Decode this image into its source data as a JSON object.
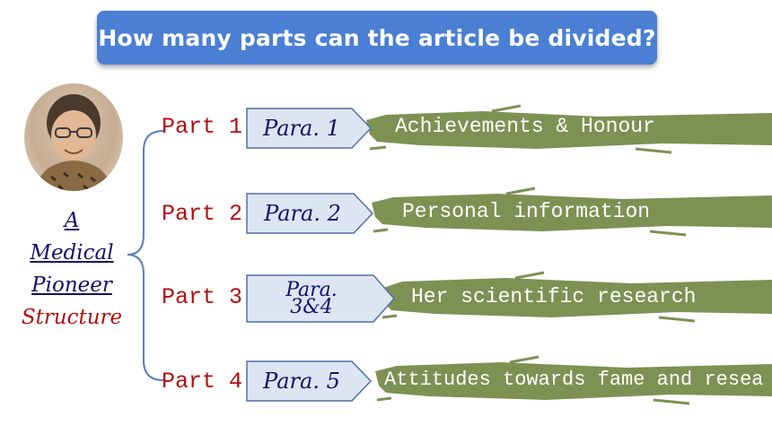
{
  "question": "How many parts can the article be divided?",
  "title": {
    "line1": "A",
    "line2": "Medical",
    "line3": "Pioneer",
    "line4": "Structure"
  },
  "parts": [
    {
      "label": "Part 1",
      "para": "Para.  1",
      "topic": "Achievements & Honour"
    },
    {
      "label": "Part 2",
      "para": "Para.  2",
      "topic": "Personal information"
    },
    {
      "label": "Part 3",
      "para": "Para.\n3&4",
      "topic": "Her scientific research"
    },
    {
      "label": "Part 4",
      "para": "Para.  5",
      "topic": "Attitudes towards fame and resea"
    }
  ],
  "colors": {
    "banner": "#4a7fd4",
    "part_label": "#b20e0e",
    "para_text": "#10106e",
    "strip": "#7d9153",
    "para_fill": "#dce6f2",
    "para_border": "#4f6fa6"
  }
}
